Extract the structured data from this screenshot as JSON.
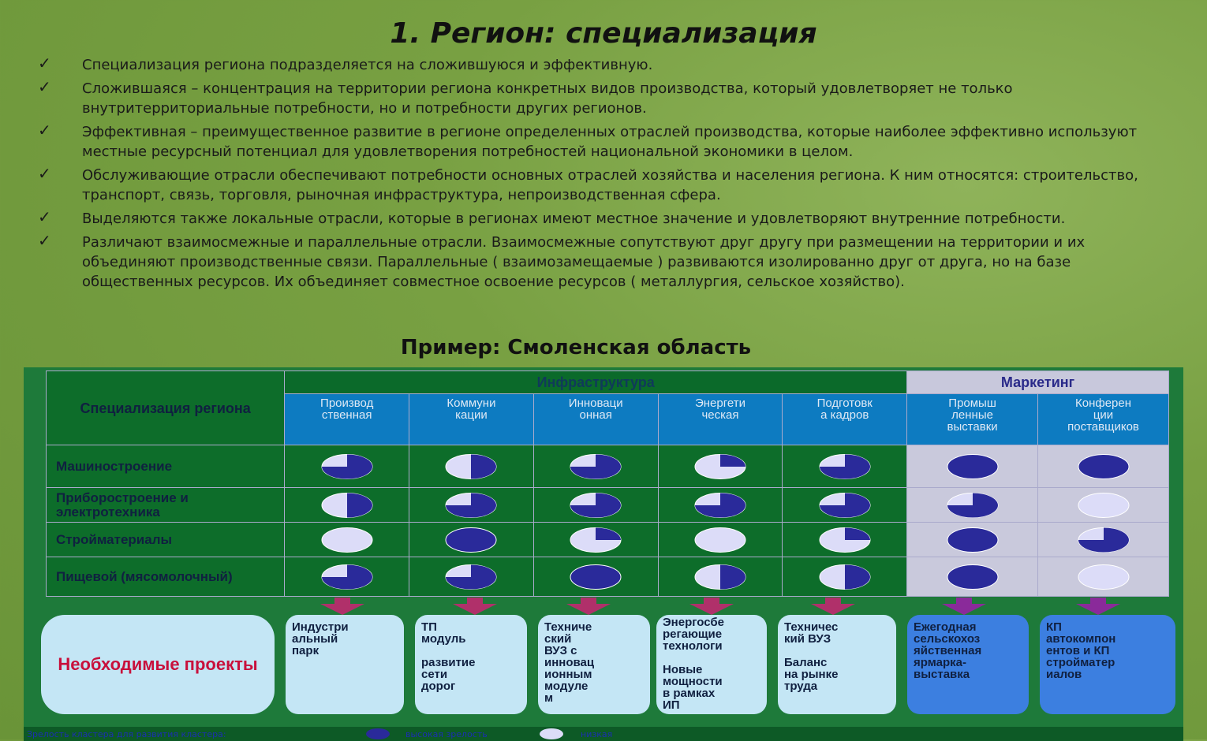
{
  "title": "1. Регион: специализация",
  "bullets": [
    "Специализация региона подразделяется на сложившуюся и эффективную.",
    " Сложившаяся – концентрация на территории региона конкретных видов производства, который удовлетворяет не только внутритерриториальные потребности, но и потребности других регионов.",
    " Эффективная – преимущественное развитие в регионе определенных отраслей производства, которые наиболее эффективно используют местные ресурсный потенциал для удовлетворения потребностей национальной экономики в целом.",
    "Обслуживающие отрасли обеспечивают потребности основных отраслей хозяйства и населения региона. К ним относятся: строительство, транспорт, связь, торговля, рыночная инфраструктура, непроизводственная сфера.",
    " Выделяются также локальные отрасли, которые в регионах имеют местное значение и удовлетворяют внутренние потребности.",
    "Различают взаимосмежные и параллельные отрасли. Взаимосмежные сопутствуют друг другу при размещении на территории и их объединяют производственные связи. Параллельные ( взаимозамещаемые ) развиваются изолированно друг от друга, но на базе общественных ресурсов. Их объединяет совместное освоение ресурсов ( металлургия, сельское хозяйство)."
  ],
  "check_icon": "✓",
  "subtitle": "Пример: Смоленская область",
  "table": {
    "corner": "Специализация региона",
    "group_infra": "Инфраструктура",
    "group_mkt": "Маркетинг",
    "columns": [
      "Производственная",
      "Коммуникации",
      "Инновационная",
      "Энергетическая",
      "Подготовка кадров",
      "Промышленные выставки",
      "Конференции поставщиков"
    ],
    "columns_display": [
      "Производ\nственная",
      "Коммуни\nкации",
      "Инноваци\nонная",
      "Энергети\nческая",
      "Подготовк\nа кадров",
      "Промыш\nленные\nвыставки",
      "Конферен\nции\nпоставщиков"
    ],
    "rows": [
      {
        "label": "Машиностроение",
        "levels": [
          0.75,
          0.5,
          0.75,
          0.25,
          0.75,
          1,
          1
        ]
      },
      {
        "label": "Приборостроение и электротехника",
        "levels": [
          0.5,
          0.75,
          0.75,
          0.75,
          0.75,
          0.75,
          0
        ]
      },
      {
        "label": "Стройматериалы",
        "levels": [
          0,
          1,
          0.25,
          0,
          0.25,
          1,
          0.75
        ]
      },
      {
        "label": "Пищевой (мясомолочный)",
        "levels": [
          0.75,
          0.75,
          1,
          0.5,
          0.5,
          1,
          0
        ]
      }
    ],
    "colors": {
      "filled": "#2a2a9a",
      "empty": "#dcdcf8",
      "stroke": "#ffffff"
    }
  },
  "projects": {
    "label": "Необходимые проекты",
    "items": [
      "Индустри\nальный\nпарк",
      "ТП\nмодуль\n\nразвитие\nсети\nдорог",
      "Техниче\nский\nВУЗ с\nинновац\nионным\nмодуле\nм",
      "Энергосбе\nрегающие\nтехнологи\n\nНовые\nмощности\nв рамках\nИП",
      "Техничес\nкий ВУЗ\n\nБаланс\nна рынке\nтруда",
      "Ежегодная\nсельскохоз\nяйственная\nярмарка-\nвыставка",
      "КП\nавтокомпон\nентов и КП\nстройматер\nиалов"
    ]
  },
  "legend": {
    "label": "Зрелость кластера для развития кластера:",
    "high": "высокая зрелость",
    "low": "низкая"
  }
}
